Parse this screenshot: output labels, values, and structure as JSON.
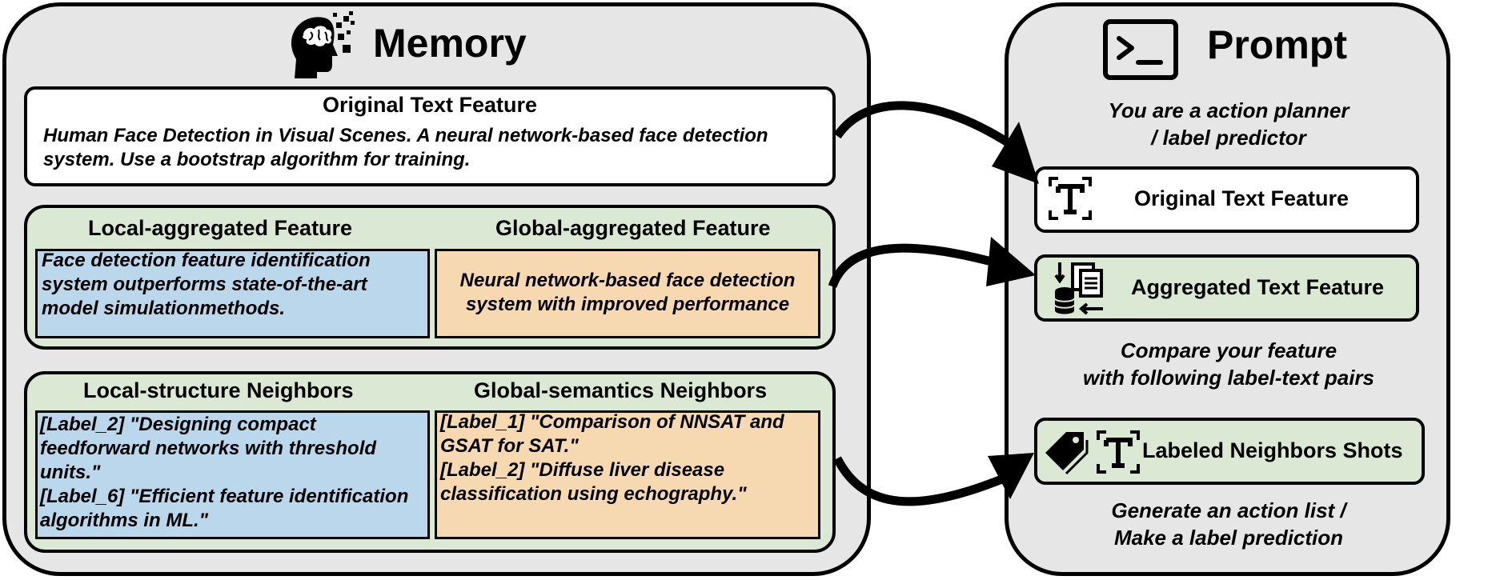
{
  "memory": {
    "title": "Memory",
    "original": {
      "heading": "Original Text Feature",
      "text": "Human Face Detection in Visual Scenes. A neural network-based face detection system. Use a bootstrap algorithm for training."
    },
    "aggregated": {
      "local_heading": "Local-aggregated Feature",
      "global_heading": "Global-aggregated Feature",
      "local_text": "Face detection feature identification system outperforms state-of-the-art model simulationmethods.",
      "global_text": "Neural network-based face detection system with improved performance"
    },
    "neighbors": {
      "local_heading": "Local-structure Neighbors",
      "global_heading": "Global-semantics Neighbors",
      "local_text": "[Label_2] \"Designing compact feedforward networks with threshold units.\"\n[Label_6] \"Efficient feature identification algorithms in ML.\"",
      "global_text": "[Label_1] \"Comparison of NNSAT and GSAT for SAT.\"\n[Label_2] \"Diffuse liver disease classification using echography.\""
    }
  },
  "prompt": {
    "title": "Prompt",
    "intro": "You are a action planner\n/ label predictor",
    "box_original": "Original Text Feature",
    "box_aggregated": "Aggregated Text Feature",
    "compare": "Compare your feature\nwith following label-text pairs",
    "box_neighbors": "Labeled Neighbors Shots",
    "generate": "Generate an action list /\nMake a label prediction"
  },
  "icons": {
    "memory": "brain-head-icon",
    "prompt": "terminal-icon",
    "text": "text-t-icon",
    "aggregate": "database-documents-icon",
    "tag": "tag-icon"
  },
  "colors": {
    "panel": "#e6e6e6",
    "green": "#dbe8d3",
    "blue": "#bad7ec",
    "orange": "#f7d9b1"
  }
}
